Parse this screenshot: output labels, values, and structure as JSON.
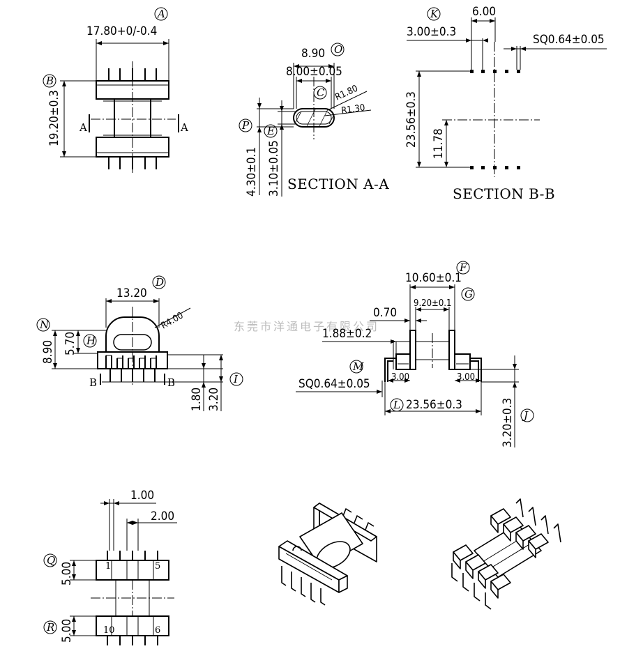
{
  "watermark": "东莞市洋通电子有限公司",
  "section_labels": {
    "aa": "SECTION A-A",
    "bb": "SECTION B-B",
    "cut_a": "A",
    "cut_b": "B"
  },
  "callouts": {
    "A": "A",
    "B": "B",
    "C": "C",
    "D": "D",
    "E": "E",
    "F": "F",
    "G": "G",
    "H": "H",
    "I": "I",
    "J": "J",
    "K": "K",
    "L": "L",
    "M": "M",
    "N": "N",
    "O": "O",
    "P": "P",
    "Q": "Q",
    "R": "R"
  },
  "dimensions": {
    "front_width": "17.80+0/-0.4",
    "front_height": "19.20±0.3",
    "aa_outer": "8.90",
    "aa_inner": "8.00±0.05",
    "aa_r_outer": "R1.80",
    "aa_r_inner": "R1.30",
    "aa_height_outer": "4.30±0.1",
    "aa_height_inner": "3.10±0.05",
    "bb_pin_offset": "3.00±0.3",
    "bb_span": "6.00",
    "bb_pin_sq": "SQ0.64±0.05",
    "bb_height": "23.56±0.3",
    "bb_half": "11.78",
    "top_width": "13.20",
    "top_radius": "R4.00",
    "top_height": "8.90",
    "top_inner": "5.70",
    "top_pin_h": "1.80",
    "top_total": "3.20",
    "side_flange": "10.60±0.1",
    "side_inner": "9.20±0.1",
    "side_wall": "0.70",
    "side_offset": "1.88±0.2",
    "side_pad_left": "3.00",
    "side_pad_right": "3.00",
    "side_pin_sq": "SQ0.64±0.05",
    "side_span": "23.56±0.3",
    "side_height": "3.20±0.3",
    "pin_width": "1.00",
    "pin_pitch": "2.00",
    "pin_row_top": "5.00",
    "pin_row_bottom": "5.00"
  },
  "pins": {
    "p1": "1",
    "p5": "5",
    "p10": "10",
    "p6": "6"
  }
}
